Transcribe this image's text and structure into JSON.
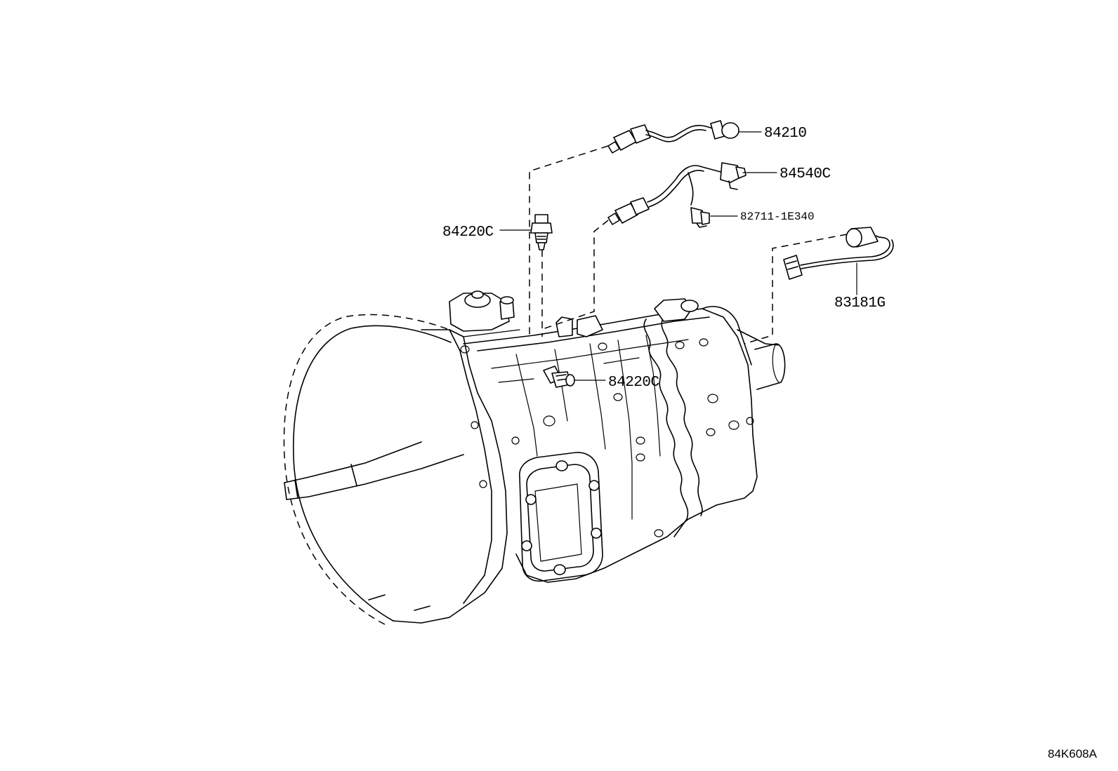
{
  "diagram": {
    "callouts": {
      "c84210": "84210",
      "c84540C": "84540C",
      "c82711": "82711-1E340",
      "c84220C_top": "84220C",
      "c83181G": "83181G",
      "c84220C_mid": "84220C"
    },
    "doc_id": "84K608A"
  }
}
